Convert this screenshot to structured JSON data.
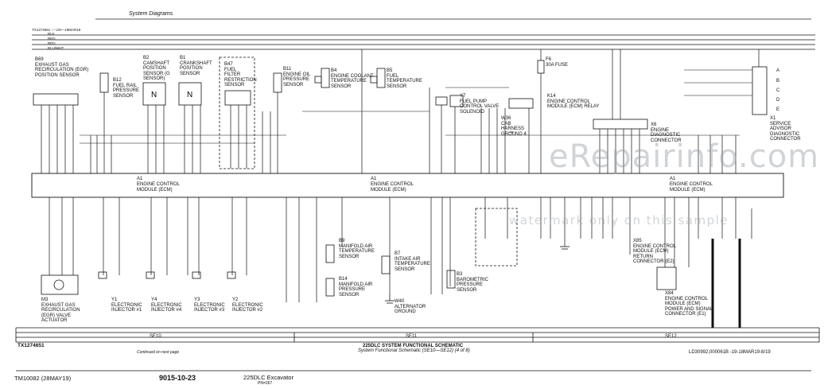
{
  "header": {
    "section_title": "System Diagrams",
    "figure_ref_top": "TX1274651 — UN—19MAR19"
  },
  "bus_labels": [
    "BLK",
    "RED",
    "RED",
    "BLU/WHT"
  ],
  "modules": {
    "ecm_left": {
      "ref": "A1",
      "name": "ENGINE CONTROL MODULE (ECM)"
    },
    "ecm_mid": {
      "ref": "A1",
      "name": "ENGINE CONTROL MODULE (ECM)"
    },
    "ecm_right": {
      "ref": "A1",
      "name": "ENGINE CONTROL MODULE (ECM)"
    }
  },
  "components": [
    {
      "key": "b69",
      "ref": "B69",
      "name": "EXHAUST GAS RECIRCULATION (EGR) POSITION SENSOR"
    },
    {
      "key": "b12",
      "ref": "B12",
      "name": "FUEL RAIL PRESSURE SENSOR"
    },
    {
      "key": "b2",
      "ref": "B2",
      "name": "CAMSHAFT POSITION SENSOR (G SENSOR)"
    },
    {
      "key": "b1",
      "ref": "B1",
      "name": "CRANKSHAFT POSITION SENSOR"
    },
    {
      "key": "b47",
      "ref": "B47",
      "name": "FUEL FILTER RESTRICTION SENSOR"
    },
    {
      "key": "b11",
      "ref": "B11",
      "name": "ENGINE OIL PRESSURE SENSOR"
    },
    {
      "key": "b4",
      "ref": "B4",
      "name": "ENGINE COOLANT TEMPERATURE SENSOR"
    },
    {
      "key": "b5",
      "ref": "B5",
      "name": "FUEL TEMPERATURE SENSOR"
    },
    {
      "key": "y7",
      "ref": "Y7",
      "name": "FUEL PUMP CONTROL VALVE SOLENOID"
    },
    {
      "key": "w36",
      "ref": "W36",
      "name": "CAB HARNESS GROUND 4"
    },
    {
      "key": "f6",
      "ref": "F6",
      "name": "30A FUSE"
    },
    {
      "key": "k14",
      "ref": "K14",
      "name": "ENGINE CONTROL MODULE (ECM) RELAY"
    },
    {
      "key": "x6",
      "ref": "X6",
      "name": "ENGINE DIAGNOSTIC CONNECTOR"
    },
    {
      "key": "x1",
      "ref": "X1",
      "name": "SERVICE ADVISOR DIAGNOSTIC CONNECTOR"
    },
    {
      "key": "m3",
      "ref": "M3",
      "name": "EXHAUST GAS RECIRCULATION (EGR) VALVE ACTUATOR"
    },
    {
      "key": "y1",
      "ref": "Y1",
      "name": "ELECTRONIC INJECTOR #1"
    },
    {
      "key": "y4",
      "ref": "Y4",
      "name": "ELECTRONIC INJECTOR #4"
    },
    {
      "key": "y3",
      "ref": "Y3",
      "name": "ELECTRONIC INJECTOR #3"
    },
    {
      "key": "y2",
      "ref": "Y2",
      "name": "ELECTRONIC INJECTOR #2"
    },
    {
      "key": "b9",
      "ref": "B9",
      "name": "MANIFOLD AIR TEMPERATURE SENSOR"
    },
    {
      "key": "b14",
      "ref": "B14",
      "name": "MANIFOLD AIR PRESSURE SENSOR"
    },
    {
      "key": "b7",
      "ref": "B7",
      "name": "INTAKE AIR TEMPERATURE SENSOR"
    },
    {
      "key": "w40",
      "ref": "W40",
      "name": "ALTERNATOR GROUND"
    },
    {
      "key": "b3",
      "ref": "B3",
      "name": "BAROMETRIC PRESSURE SENSOR"
    },
    {
      "key": "x85",
      "ref": "X85",
      "name": "ENGINE CONTROL MODULE (ECM) RETURN CONNECTOR (E2)"
    },
    {
      "key": "x84",
      "ref": "X84",
      "name": "ENGINE CONTROL MODULE (ECM) POWER AND SIGNAL CONNECTOR (E1)"
    }
  ],
  "x1_pins": [
    "A",
    "B",
    "C",
    "D",
    "E"
  ],
  "section_bar": [
    "SE10",
    "SE11",
    "SE12"
  ],
  "caption": {
    "figure_id": "TX1274651",
    "title": "225DLC SYSTEM FUNCTIONAL SCHEMATIC",
    "subtitle": "System Functional Schematic (SE10—SE12) (4 of 8)",
    "continued": "Continued on next page",
    "code": "LD30992,000061B -19-18MAR19-8/19"
  },
  "footer": {
    "manual": "TM10082 (28MAY19)",
    "page": "9015-10-23",
    "model": "225DLC Excavator",
    "page_num": "PN=267"
  },
  "watermark": {
    "site": "eRepairinfo.com",
    "notice": "watermark only on this sample"
  }
}
